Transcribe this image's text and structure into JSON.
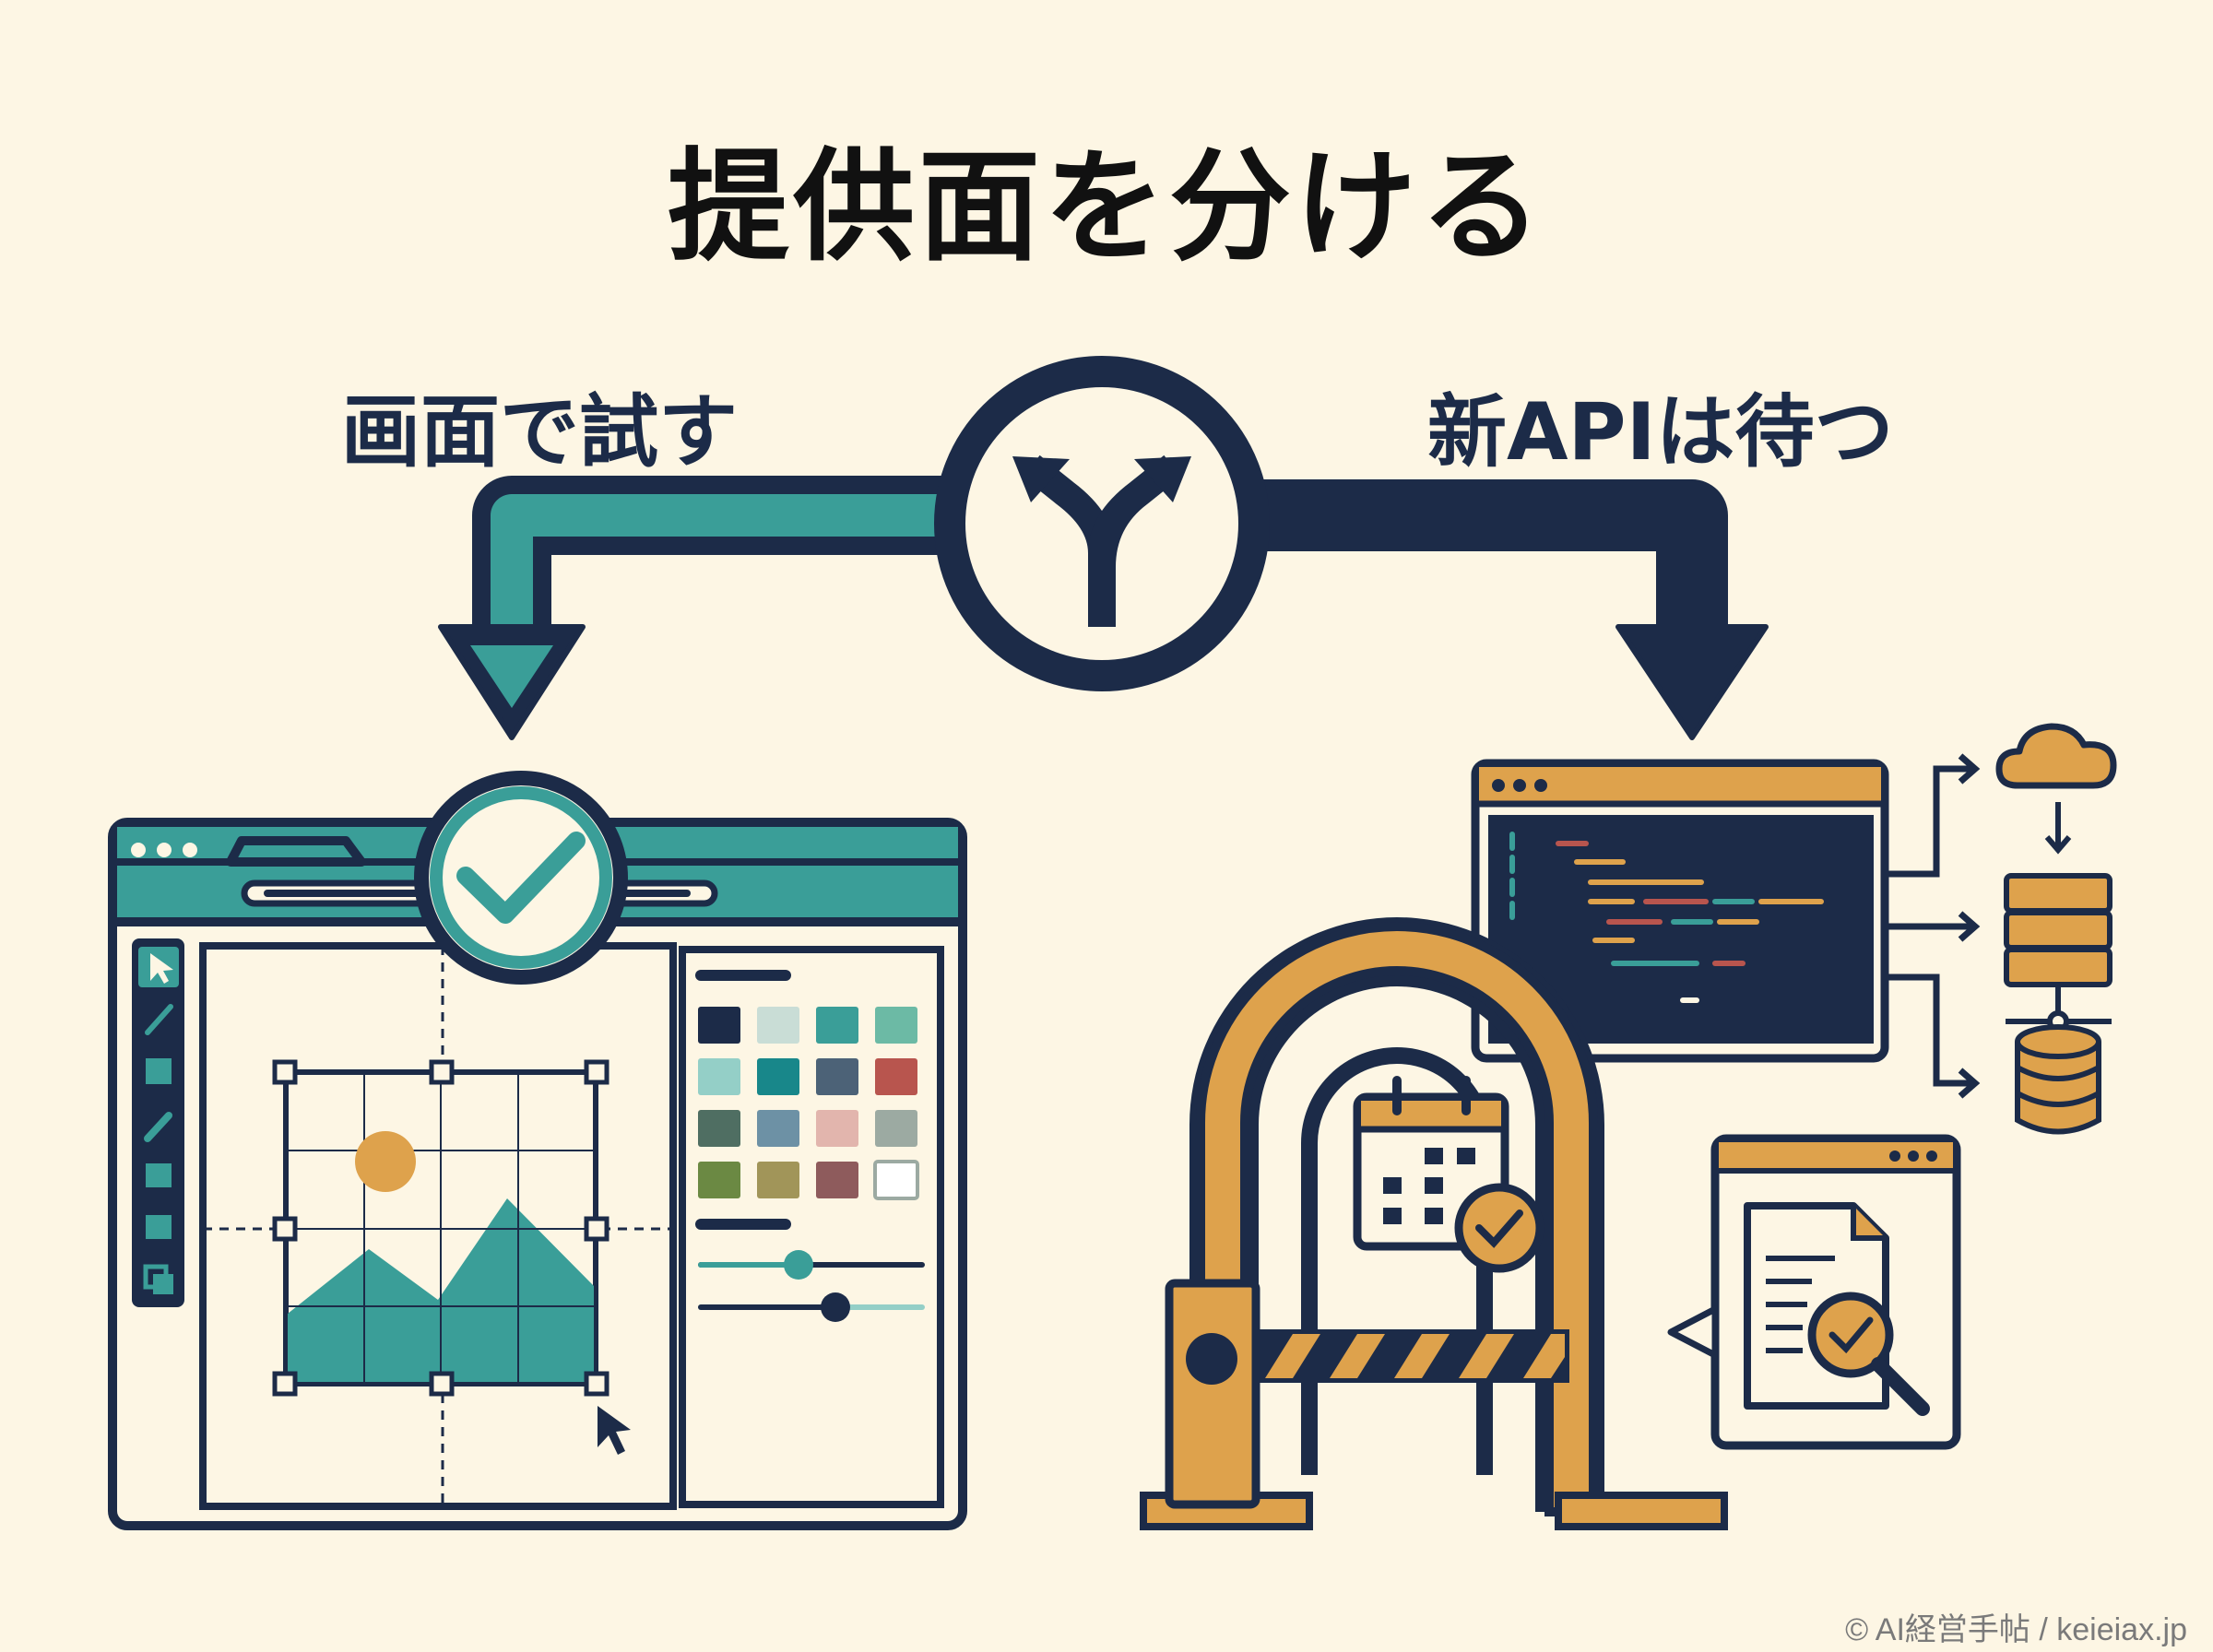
{
  "title": "提供面を分ける",
  "branches": {
    "left": {
      "label": "画面で試す"
    },
    "right": {
      "label": "新APIは待つ"
    }
  },
  "credit": "© AI経営手帖 / keieiax.jp",
  "icons": {
    "center": "fork-arrow-icon",
    "left_badge": "check-icon",
    "right_gate": "barrier-gate-icon",
    "right_services": [
      "cloud-icon",
      "server-icon",
      "database-icon"
    ],
    "right_calendar": "calendar-check-icon",
    "right_document": "document-search-icon"
  },
  "colors": {
    "background": "#fdf6e4",
    "navy": "#1c2b48",
    "teal": "#3a9e98",
    "gold": "#dea24c",
    "palette": [
      "#1c2b48",
      "#c9ddd6",
      "#3a9e98",
      "#6cbaa5",
      "#94cfc7",
      "#18878a",
      "#4c6277",
      "#b8554e",
      "#4f6e62",
      "#6d91a5",
      "#e2b5ad",
      "#9caaa2",
      "#6b8943",
      "#a19559",
      "#8e5b5c",
      "#ffffff"
    ]
  }
}
